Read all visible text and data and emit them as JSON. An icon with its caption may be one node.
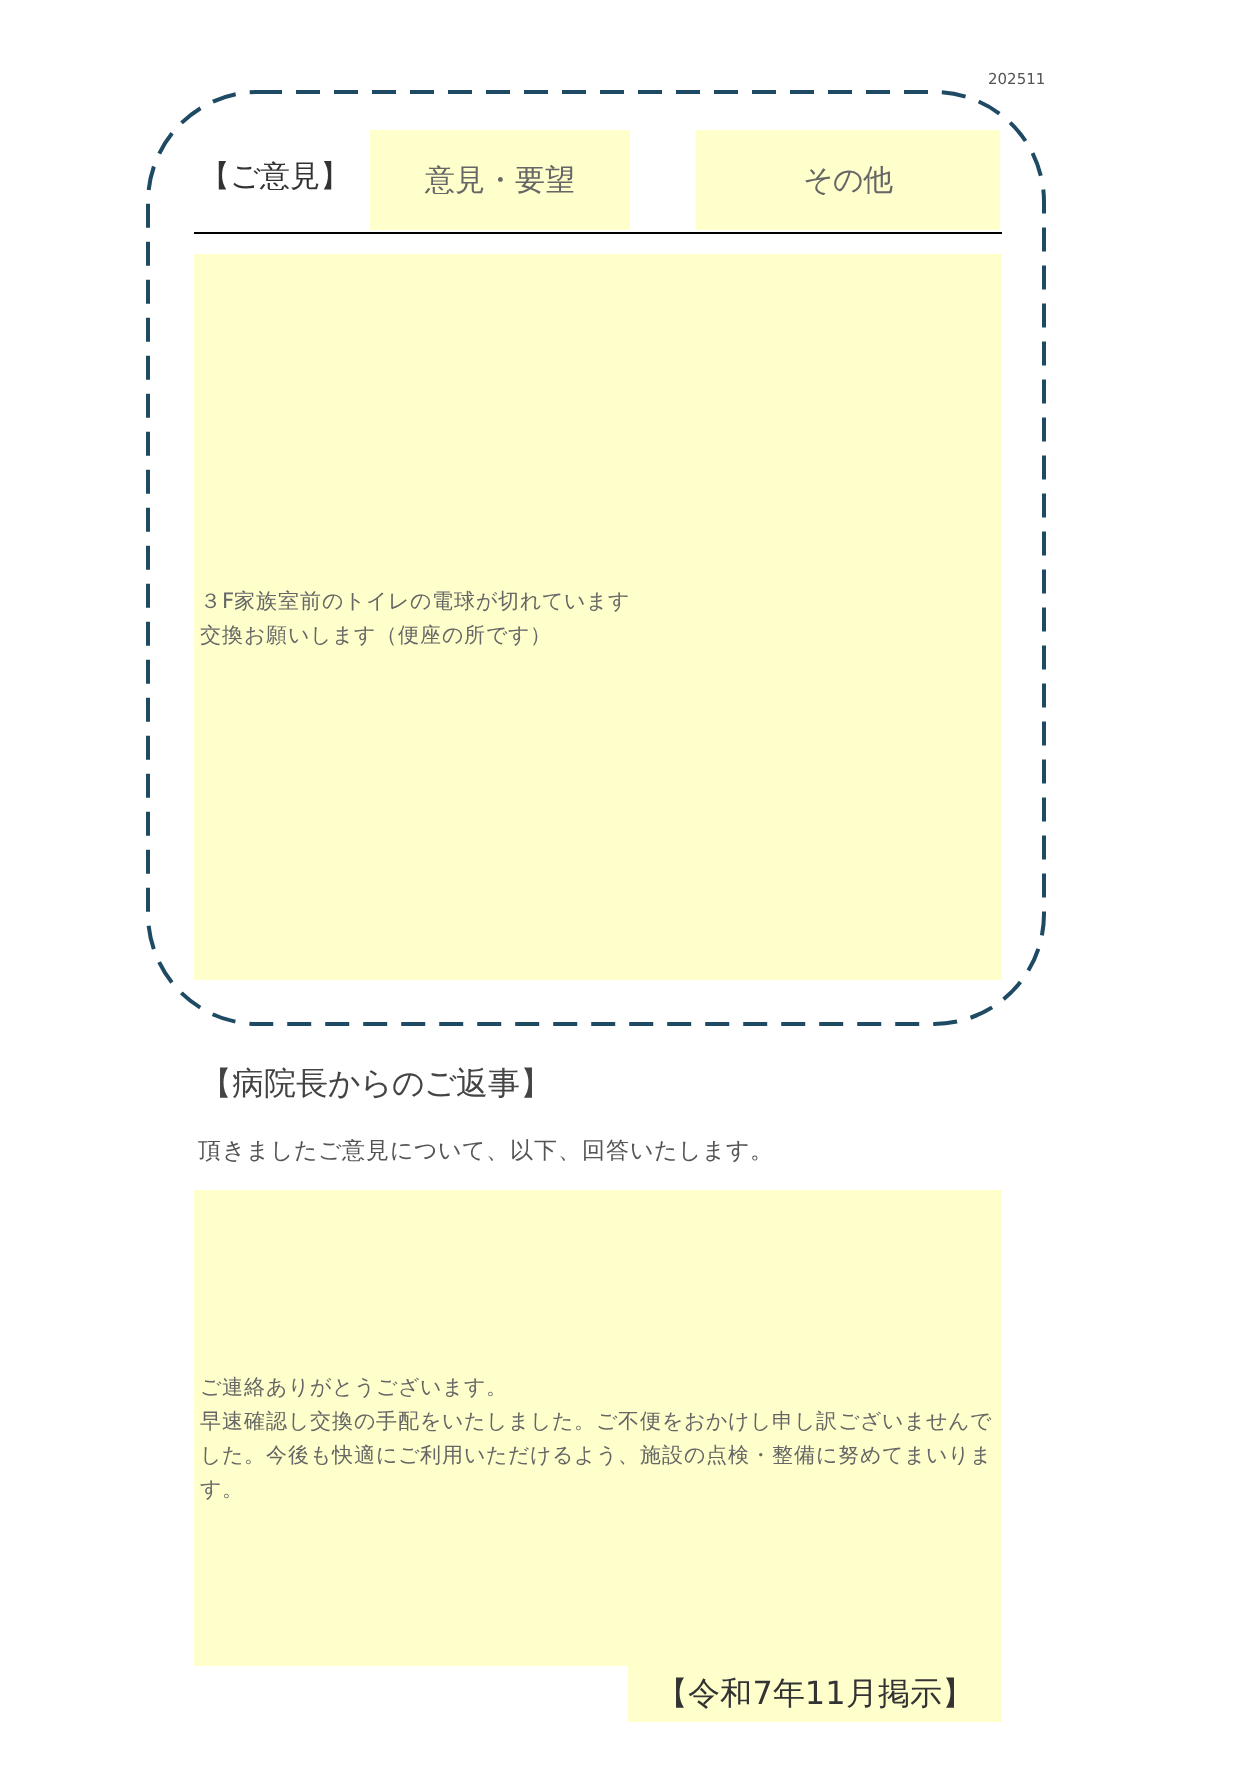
{
  "diagram": {
    "nodes": [
      {
        "text": [
          "【ご意見】"
        ]
      },
      {
        "text": [
          "意見・要望"
        ],
        "in": 0
      },
      {
        "text": [
          "その他"
        ],
        "in": 0
      },
      {
        "text": [
          "３F家族室前のトイレの電球が切れています",
          "交換お願いします（便座の所です）"
        ],
        "in": 0
      },
      {
        "text": [
          "ご連絡ありがとうございます。",
          "早速確認し交換の手配をいたしました。ご不便をおかけし申し訳ございませんでした。今後も快適にご利用いただけるよう、施設の点検・整備に努めてまいります。"
        ]
      },
      {
        "text": [
          "【令和7年11月掲示】"
        ]
      }
    ],
    "labels": [
      "202511",
      "【病院長からのご返事】",
      "頂きましたご意見について、以下、回答いたします。"
    ]
  }
}
